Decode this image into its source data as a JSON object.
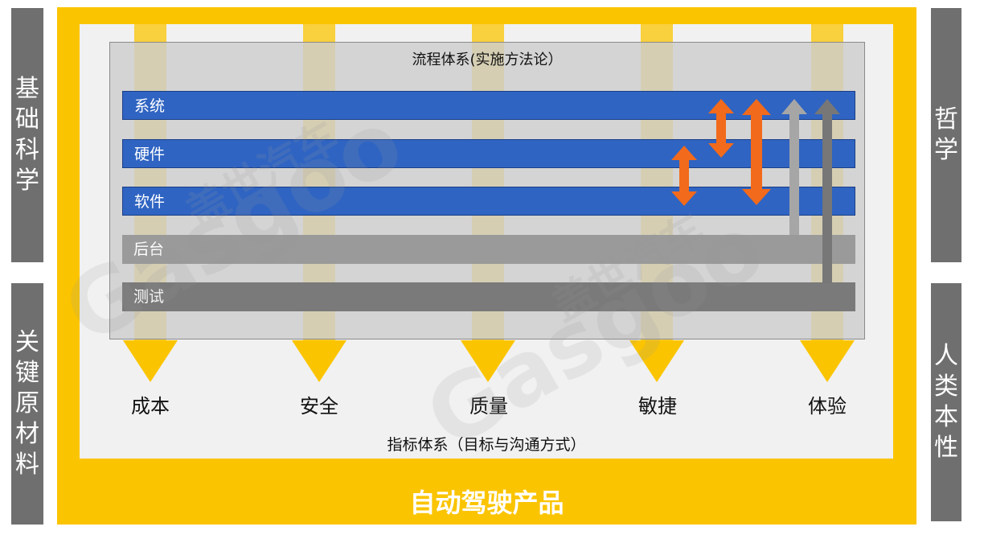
{
  "side_labels": {
    "left_top": "基础科学",
    "left_bottom": "关键原材料",
    "right_top": "哲学",
    "right_bottom": "人类本性"
  },
  "process": {
    "title": "流程体系(实施方法论）",
    "layers": [
      "系统",
      "硬件",
      "软件",
      "后台",
      "测试"
    ]
  },
  "metrics": {
    "items": [
      "成本",
      "安全",
      "质量",
      "敏捷",
      "体验"
    ],
    "title": "指标体系（目标与沟通方式）"
  },
  "product": {
    "label": "自动驾驶产品"
  },
  "watermark": {
    "cn": "盖世汽车",
    "en": "Gasgoo"
  },
  "colors": {
    "frame": "#fbc400",
    "side_bars": "#6f6f6f",
    "blue_band": "#2f64c2",
    "grey_band_light": "#9a9a9a",
    "grey_band_dark": "#7a7a7a",
    "orange_arrow": "#f26a1b",
    "grey_arrow_light": "#a6a6a6",
    "grey_arrow_dark": "#777777"
  }
}
